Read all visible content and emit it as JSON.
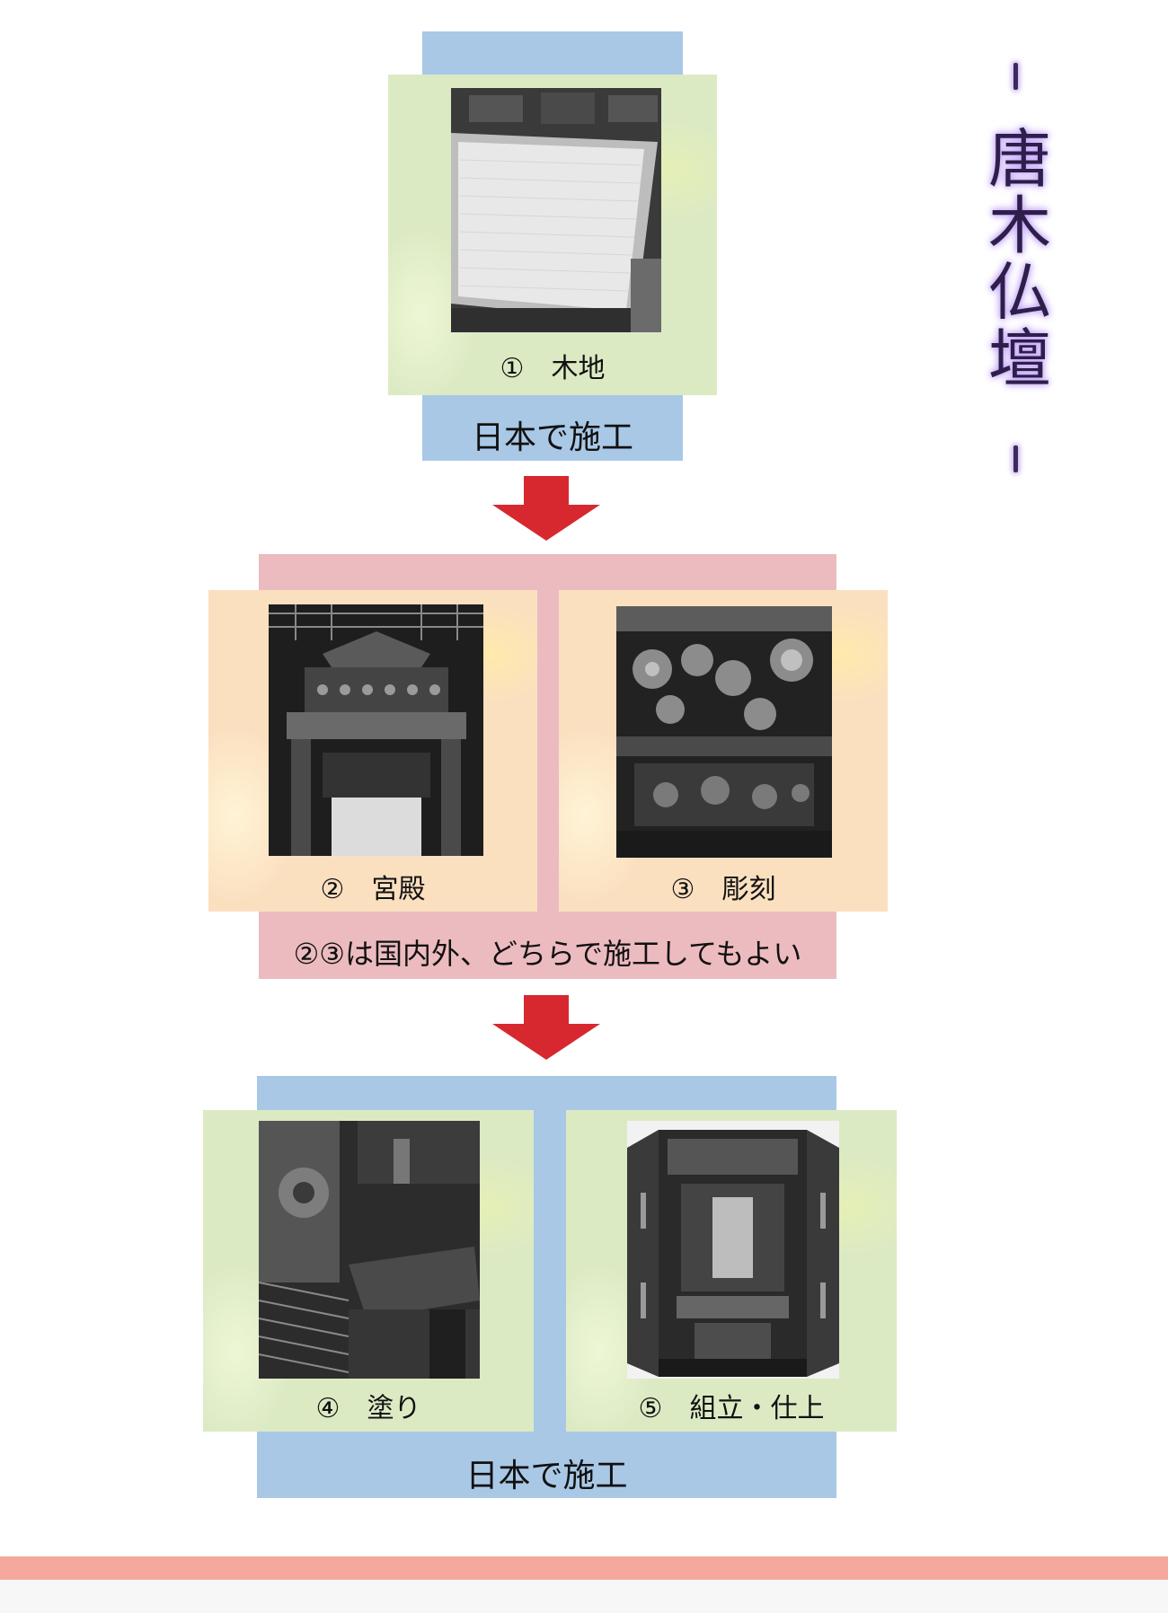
{
  "title": "唐木仏壇",
  "steps": [
    {
      "label": "①　木地"
    },
    {
      "label": "②　宮殿"
    },
    {
      "label": "③　彫刻"
    },
    {
      "label": "④　塗り"
    },
    {
      "label": "⑤　組立・仕上"
    }
  ],
  "bands": {
    "top_note": "日本で施工",
    "middle_note": "②③は国内外、どちらで施工してもよい",
    "bottom_note": "日本で施工"
  },
  "colors": {
    "japan_band": "#a9c8e6",
    "either_band": "#ecbbc0",
    "arrow": "#d7282f",
    "footer": "#f5a99c"
  },
  "icons": [
    "down-arrow-icon",
    "down-arrow-icon"
  ]
}
